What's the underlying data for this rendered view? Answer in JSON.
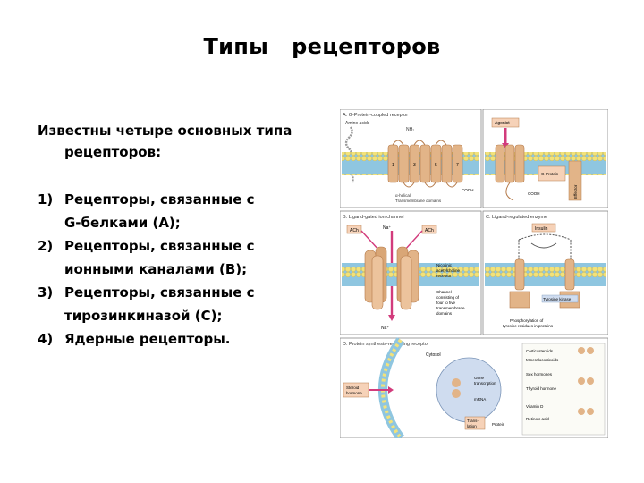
{
  "title": "Типы   рецепторов",
  "intro": {
    "line1": "Известны четыре основных типа",
    "line2": "рецепторов:"
  },
  "items": [
    {
      "num": "1)",
      "line1": "Рецепторы, связанные с",
      "line2": "G-белками (А);"
    },
    {
      "num": "2)",
      "line1": "Рецепторы, связанные с",
      "line2": "ионными каналами (В);"
    },
    {
      "num": "3)",
      "line1": "Рецепторы, связанные с",
      "line2": "тирозинкиназой (С);"
    },
    {
      "num": "4)",
      "line1": "Ядерные рецепторы.",
      "line2": ""
    }
  ],
  "figure": {
    "panel_a": {
      "title": "A. G-Protein-coupled receptor",
      "amino": "Amino acids",
      "nh2": "NH₂",
      "cooh": "COOH",
      "helix_labels": [
        "1",
        "3",
        "5",
        "7"
      ],
      "tm_label_1": "α-helical",
      "tm_label_2": "Transmembrane domains",
      "agonist": "Agonist",
      "g_protein": "G-Protein",
      "effector": "Effector"
    },
    "panel_b": {
      "title": "B. Ligand-gated ion channel",
      "ach_left": "ACh",
      "ach_right": "ACh",
      "ion_top": "Na⁺",
      "ion_bottom": "Na⁺",
      "label_1": "Nicotinic",
      "label_2": "acetylcholine",
      "label_3": "receptor",
      "label_4": "Channel",
      "label_5": "consisting of",
      "label_6": "four to five",
      "label_7": "transmembrane",
      "label_8": "domains"
    },
    "panel_c": {
      "title": "C. Ligand-regulated enzyme",
      "insulin": "Insulin",
      "kinase": "Tyrosine kinase",
      "phos_1": "Phosphorylation of",
      "phos_2": "tyrosine residues in proteins"
    },
    "panel_d": {
      "title": "D. Protein synthesis-regulating receptor",
      "cytosol": "Cytosol",
      "hormone_1": "Steroid",
      "hormone_2": "hormone",
      "nucleus_1": "Gene",
      "nucleus_2": "transcription",
      "mrna": "mRNA",
      "translation_1": "Trans-",
      "translation_2": "lation",
      "protein": "Protein",
      "legend": [
        "Corticosteroids",
        "Mineralocorticoids",
        "Sex hormones",
        "Thyroid hormone",
        "Vitamin D",
        "Retinoic acid"
      ]
    },
    "colors": {
      "membrane_head": "#f2e27a",
      "membrane_tail": "#8fc6e0",
      "helix": "#e2b488",
      "helix_dark": "#b57a4a",
      "arrow_pink": "#d23b7c",
      "label_box": "#f6d2b8",
      "panel_border": "#888888",
      "nucleus": "#cfdcef"
    }
  }
}
